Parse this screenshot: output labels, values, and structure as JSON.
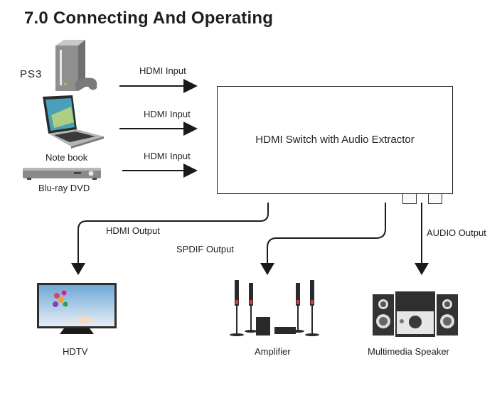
{
  "header": {
    "title": "7.0 Connecting And Operating"
  },
  "center_device": {
    "label": "HDMI Switch with Audio Extractor"
  },
  "inputs": [
    {
      "device": "PS3",
      "device_icon": "game-console-icon",
      "connection": "HDMI Input"
    },
    {
      "device": "Note book",
      "device_icon": "laptop-icon",
      "connection": "HDMI Input"
    },
    {
      "device": "Blu-ray DVD",
      "device_icon": "bluray-player-icon",
      "connection": "HDMI Input"
    }
  ],
  "outputs": [
    {
      "device": "HDTV",
      "device_icon": "tv-icon",
      "connection": "HDMI Output"
    },
    {
      "device": "Amplifier",
      "device_icon": "home-theater-icon",
      "connection": "SPDIF Output"
    },
    {
      "device": "Multimedia Speaker",
      "device_icon": "speaker-system-icon",
      "connection": "AUDIO Output"
    }
  ],
  "colors": {
    "line": "#1a1a1a",
    "text": "#222222",
    "background": "#ffffff"
  }
}
